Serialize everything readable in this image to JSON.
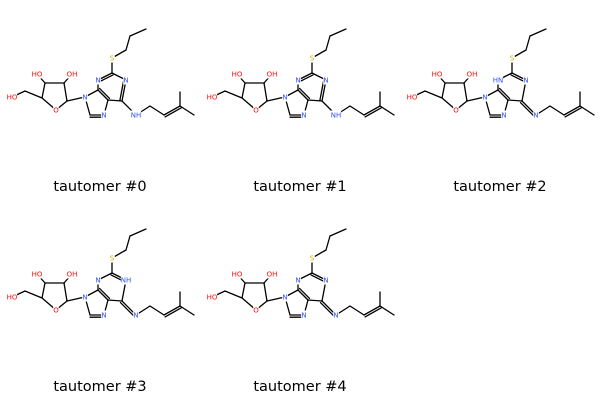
{
  "colors": {
    "bond": "#000000",
    "oxygen": "#ff0d0d",
    "nitrogen": "#3050f8",
    "sulfur": "#c8b400"
  },
  "atoms": {
    "ho_ring1": "HO",
    "ho_ring2": "OH",
    "ho_chain": "HO",
    "o_ring": "O",
    "n_purine": "N",
    "n_amine": "NH",
    "n_imine": "N",
    "nh_ring": "HN",
    "s": "S"
  },
  "molecules": [
    {
      "legend": "tautomer #0",
      "variant": "amine"
    },
    {
      "legend": "tautomer #1",
      "variant": "amine"
    },
    {
      "legend": "tautomer #2",
      "variant": "imine-top"
    },
    {
      "legend": "tautomer #3",
      "variant": "imine-right"
    },
    {
      "legend": "tautomer #4",
      "variant": "imine"
    }
  ]
}
